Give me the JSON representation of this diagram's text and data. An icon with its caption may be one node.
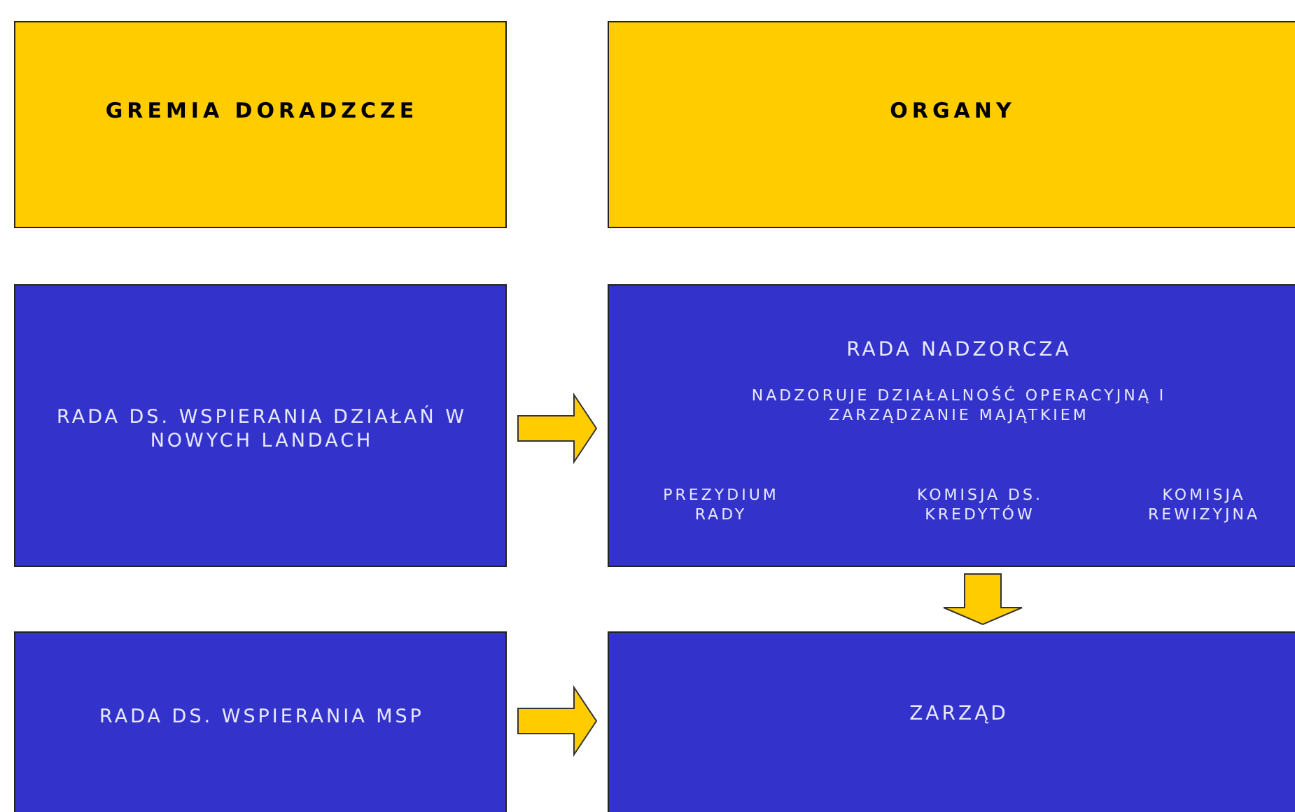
{
  "diagram": {
    "nodes": [
      {
        "text": [
          "GREMIA DORADZCZE"
        ]
      },
      {
        "text": [
          "ORGANY"
        ]
      },
      {
        "text": [
          "RADA DS. WSPIERANIA DZIAŁAŃ W NOWYCH LANDACH"
        ]
      },
      {
        "text": [
          "RADA NADZORCZA",
          "NADZORUJE DZIAŁALNOŚĆ OPERACYJNĄ I ZARZĄDZANIE MAJĄTKIEM",
          "PREZYDIUM RADY",
          "KOMISJA DS. KREDYTÓW",
          "KOMISJA REWIZYJNA"
        ]
      },
      {
        "text": [
          "RADA DS. WSPIERANIA MSP"
        ]
      },
      {
        "text": [
          "ZARZĄD"
        ]
      }
    ],
    "edges": [
      {
        "from": 2,
        "to": 3,
        "arrow": "to",
        "style": "thick"
      },
      {
        "from": 3,
        "to": 5,
        "arrow": "to",
        "style": "thick"
      },
      {
        "from": 4,
        "to": 5,
        "arrow": "to",
        "style": "thick"
      }
    ]
  }
}
